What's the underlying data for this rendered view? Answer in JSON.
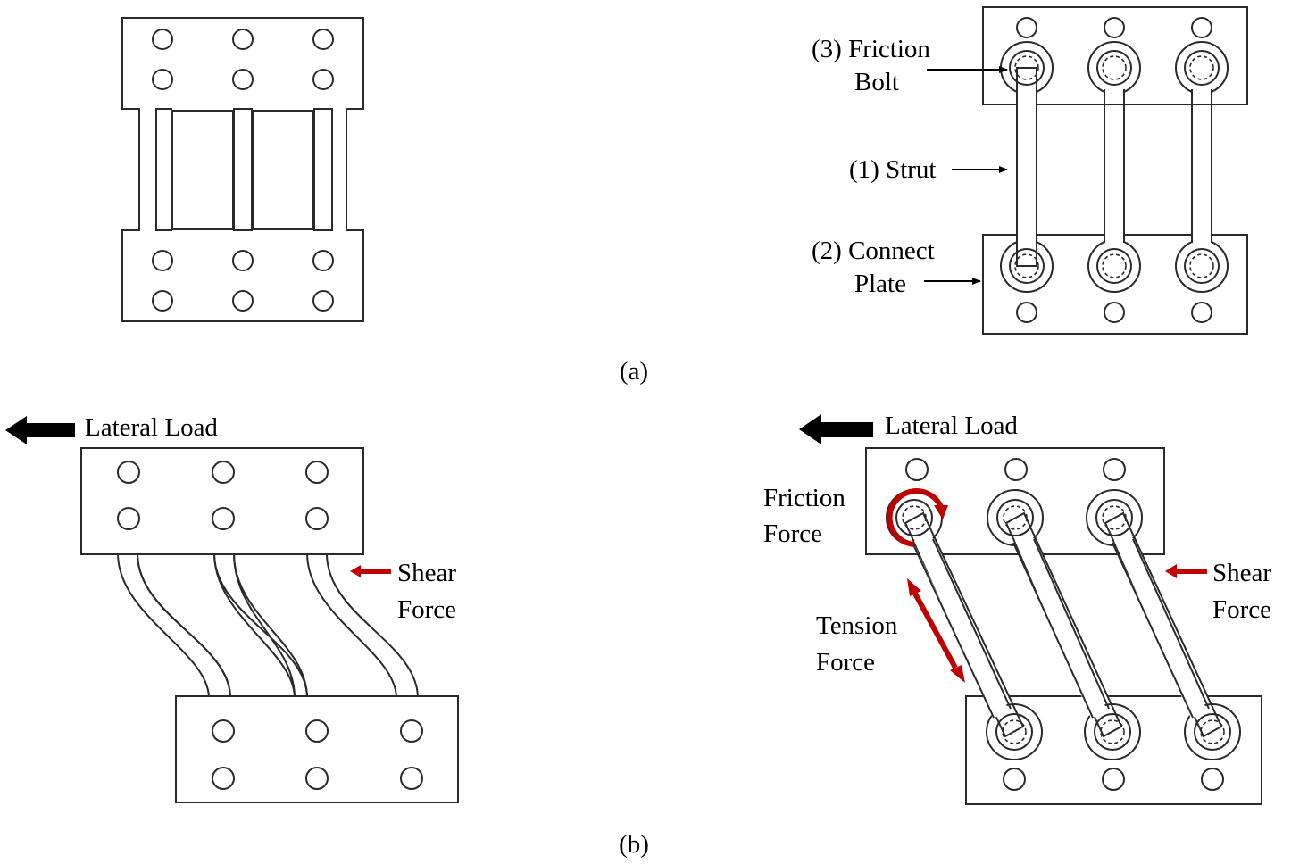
{
  "panel_a": {
    "caption": "(a)",
    "labels": {
      "friction_bolt_line1": "(3) Friction",
      "friction_bolt_line2": "Bolt",
      "strut": "(1) Strut",
      "connect_plate_line1": "(2) Connect",
      "connect_plate_line2": "Plate"
    }
  },
  "panel_b": {
    "caption": "(b)",
    "left": {
      "lateral_load": "Lateral Load",
      "shear_line1": "Shear",
      "shear_line2": "Force"
    },
    "right": {
      "lateral_load": "Lateral Load",
      "friction_line1": "Friction",
      "friction_line2": "Force",
      "shear_line1": "Shear",
      "shear_line2": "Force",
      "tension_line1": "Tension",
      "tension_line2": "Force"
    }
  },
  "colors": {
    "line": "#2a2a2a",
    "force_arrow": "#c00000",
    "load_arrow": "#000000"
  }
}
